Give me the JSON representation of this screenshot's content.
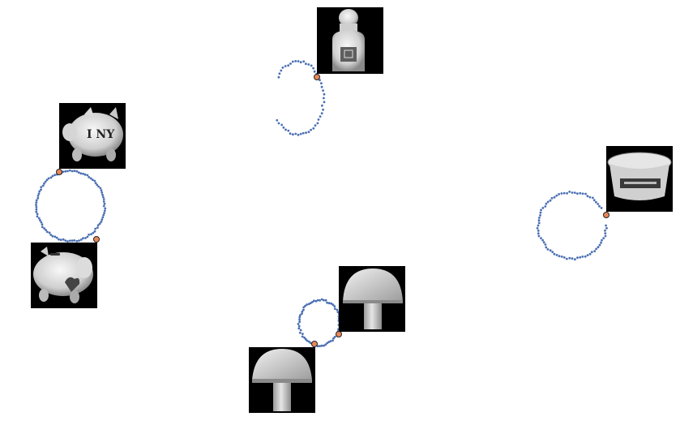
{
  "colors": {
    "background": "#ffffff",
    "trajectory_points": "#4a6fb3",
    "marker_fill": "#e8875a",
    "marker_stroke": "#222222",
    "thumbnail_background": "#000000"
  },
  "groups": [
    {
      "name": "pig",
      "thumbnails": [
        "piggy-bank-front-view",
        "piggy-bank-side-view"
      ]
    },
    {
      "name": "bottle",
      "thumbnails": [
        "lotion-bottle"
      ]
    },
    {
      "name": "tub",
      "thumbnails": [
        "cream-cheese-tub"
      ]
    },
    {
      "name": "mushroom",
      "thumbnails": [
        "wooden-mushroom-near",
        "wooden-mushroom-far"
      ]
    }
  ],
  "thumbnail_texts": {
    "pig_front": "I NY"
  }
}
